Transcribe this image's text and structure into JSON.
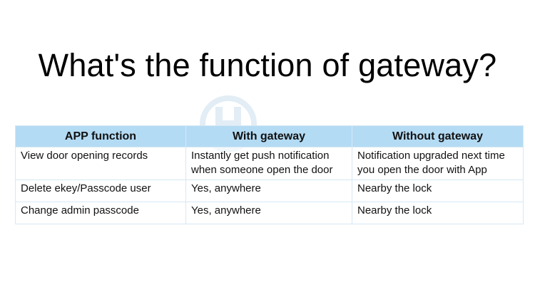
{
  "slide": {
    "title": "What's the function of gateway?"
  },
  "table": {
    "headers": [
      "APP function",
      "With gateway",
      "Without gateway"
    ],
    "rows": [
      [
        "View door opening records",
        "Instantly get push notification when someone open the door",
        "Notification upgraded next time you open the door with App"
      ],
      [
        "Delete ekey/Passcode user",
        "Yes, anywhere",
        "Nearby the lock"
      ],
      [
        "Change admin passcode",
        "Yes, anywhere",
        "Nearby the lock"
      ]
    ],
    "header_color": "#b4dbf4",
    "border_color": "#d6e8f4"
  },
  "watermark": {
    "icon": "logo-watermark-icon"
  }
}
